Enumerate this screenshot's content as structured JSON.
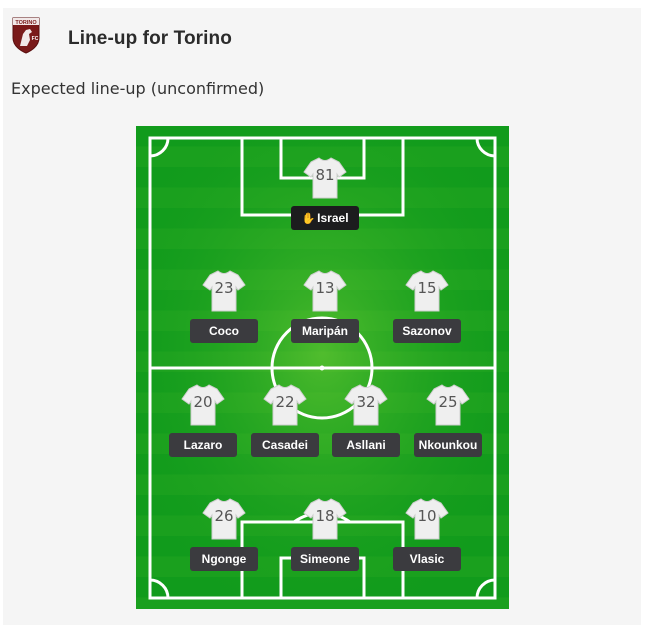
{
  "header": {
    "title": "Line-up for Torino",
    "crest_text": "TORINO",
    "crest_badge": "FC"
  },
  "subtitle": "Expected line-up (unconfirmed)",
  "colors": {
    "pitch_light": "#46b52a",
    "pitch_dark": "#0f9a1a",
    "name_tag": "#3b3b3f",
    "crest": "#7a1a1a"
  },
  "lineup": {
    "goalkeeper": {
      "number": "81",
      "name": "Israel",
      "icon": "goalkeeper-gloves-icon"
    },
    "defenders": [
      {
        "number": "23",
        "name": "Coco"
      },
      {
        "number": "13",
        "name": "Maripán"
      },
      {
        "number": "15",
        "name": "Sazonov"
      }
    ],
    "midfielders": [
      {
        "number": "20",
        "name": "Lazaro"
      },
      {
        "number": "22",
        "name": "Casadei"
      },
      {
        "number": "32",
        "name": "Asllani"
      },
      {
        "number": "25",
        "name": "Nkounkou"
      }
    ],
    "forwards": [
      {
        "number": "26",
        "name": "Ngonge"
      },
      {
        "number": "18",
        "name": "Simeone"
      },
      {
        "number": "10",
        "name": "Vlasic"
      }
    ]
  }
}
